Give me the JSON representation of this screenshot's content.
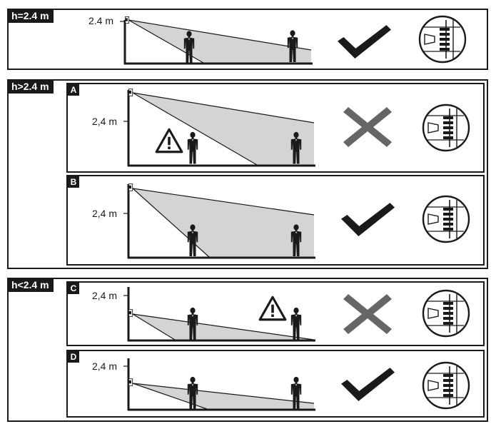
{
  "sections": [
    {
      "tag": "h=2.4 m",
      "height_label": "2.4 m",
      "result": "check"
    },
    {
      "tag": "h>2.4 m"
    },
    {
      "tag": "h<2.4 m"
    }
  ],
  "subpanels": [
    {
      "letter": "A",
      "height_label": "2,4 m",
      "result": "cross",
      "warning": true
    },
    {
      "letter": "B",
      "height_label": "2,4 m",
      "result": "check",
      "warning": false
    },
    {
      "letter": "C",
      "height_label": "2,4 m",
      "result": "cross",
      "warning": true
    },
    {
      "letter": "D",
      "height_label": "2,4 m",
      "result": "check",
      "warning": false
    }
  ],
  "colors": {
    "ink": "#1a1a1a",
    "beam": "#d4d4d4",
    "background": "#ffffff"
  },
  "icons": [
    "pir-sensor-icon",
    "person-silhouette-icon",
    "warning-triangle-icon",
    "checkmark-icon",
    "cross-icon",
    "sensor-mount-detail-icon"
  ]
}
